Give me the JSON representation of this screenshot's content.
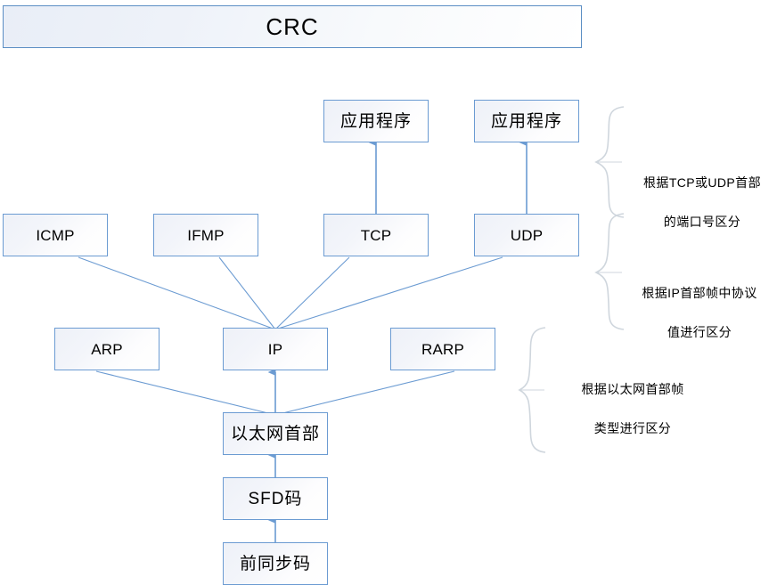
{
  "diagram": {
    "title_box": {
      "label": "CRC"
    },
    "nodes": [
      {
        "id": "app1",
        "label": "应用程序",
        "script": "cjk"
      },
      {
        "id": "app2",
        "label": "应用程序",
        "script": "cjk"
      },
      {
        "id": "icmp",
        "label": "ICMP",
        "script": "latin"
      },
      {
        "id": "ifmp",
        "label": "IFMP",
        "script": "latin"
      },
      {
        "id": "tcp",
        "label": "TCP",
        "script": "latin"
      },
      {
        "id": "udp",
        "label": "UDP",
        "script": "latin"
      },
      {
        "id": "arp",
        "label": "ARP",
        "script": "latin"
      },
      {
        "id": "ip",
        "label": "IP",
        "script": "latin"
      },
      {
        "id": "rarp",
        "label": "RARP",
        "script": "latin"
      },
      {
        "id": "ethhdr",
        "label": "以太网首部",
        "script": "cjk"
      },
      {
        "id": "sfd",
        "label": "SFD码",
        "script": "cjk"
      },
      {
        "id": "preamble",
        "label": "前同步码",
        "script": "cjk"
      }
    ],
    "annotations": [
      {
        "id": "annot-port",
        "line1": "根据TCP或UDP首部",
        "line2": "的端口号区分"
      },
      {
        "id": "annot-proto",
        "line1": "根据IP首部帧中协议",
        "line2": "值进行区分"
      },
      {
        "id": "annot-ethtype",
        "line1": "根据以太网首部帧",
        "line2": "类型进行区分"
      }
    ],
    "colors": {
      "node_border": "#6b9bd2",
      "connector": "#6b9bd2",
      "brace": "#cfd6dd",
      "text": "#000000",
      "background": "#ffffff"
    }
  }
}
